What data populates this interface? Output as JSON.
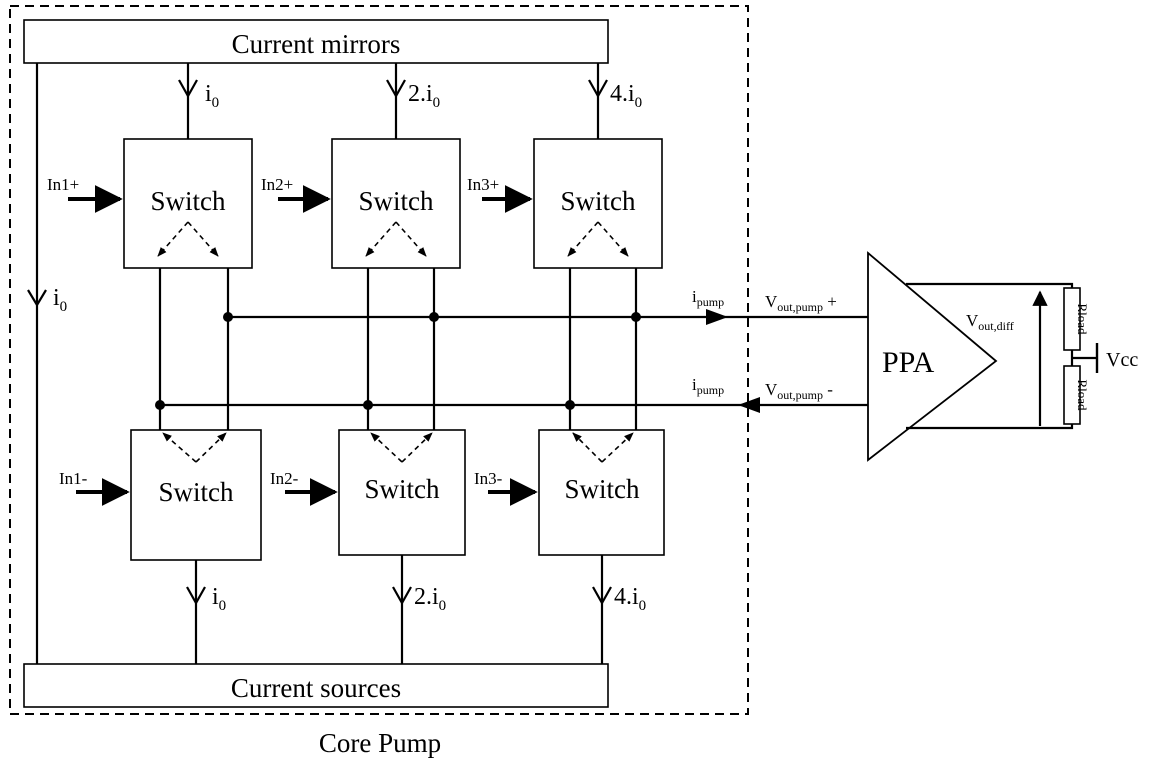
{
  "blocks": {
    "mirrors": "Current mirrors",
    "sources": "Current sources",
    "core_pump": "Core Pump",
    "switch": "Switch",
    "ppa": "PPA"
  },
  "inputs": {
    "in1p": "In1+",
    "in2p": "In2+",
    "in3p": "In3+",
    "in1m": "In1-",
    "in2m": "In2-",
    "in3m": "In3-"
  },
  "currents": {
    "i_base": "i",
    "i_sub": "0",
    "two_base": "2.i",
    "four_base": "4.i",
    "ipump_base": "i",
    "ipump_sub": "pump"
  },
  "outputs": {
    "vpos_base": "V",
    "vpos_sub": "out,pump",
    "vpos_sign": " +",
    "vneg_base": "V",
    "vneg_sub": "out,pump",
    "vneg_sign": " -",
    "vdiff_base": "V",
    "vdiff_sub": "out,diff",
    "rload": "Rload",
    "vcc": "Vcc"
  }
}
